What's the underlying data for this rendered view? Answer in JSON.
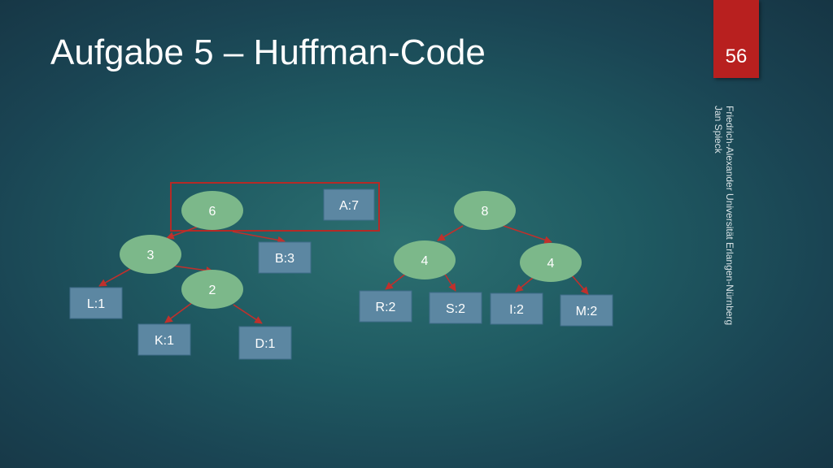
{
  "slide": {
    "title": "Aufgabe 5 – Huffman-Code",
    "page_number": "56",
    "side_text": [
      "Friedrich-Alexander Universität Erlangen-Nürnberg",
      "Jan Spieck"
    ]
  },
  "colors": {
    "page_tab": "#b8201f",
    "edge": "#c0302c",
    "inner_node": "#7cb88a",
    "leaf_node": "#5c87a2"
  },
  "trees": {
    "left": {
      "root": "6",
      "root_left": "3",
      "root_right": "B:3",
      "sub_left_left": "L:1",
      "sub_left_right": "2",
      "sub_deep_left": "K:1",
      "sub_deep_right": "D:1"
    },
    "standalone_leaf": "A:7",
    "right": {
      "root": "8",
      "left": "4",
      "right": "4",
      "left_left": "R:2",
      "left_right": "S:2",
      "right_left": "I:2",
      "right_right": "M:2"
    }
  }
}
